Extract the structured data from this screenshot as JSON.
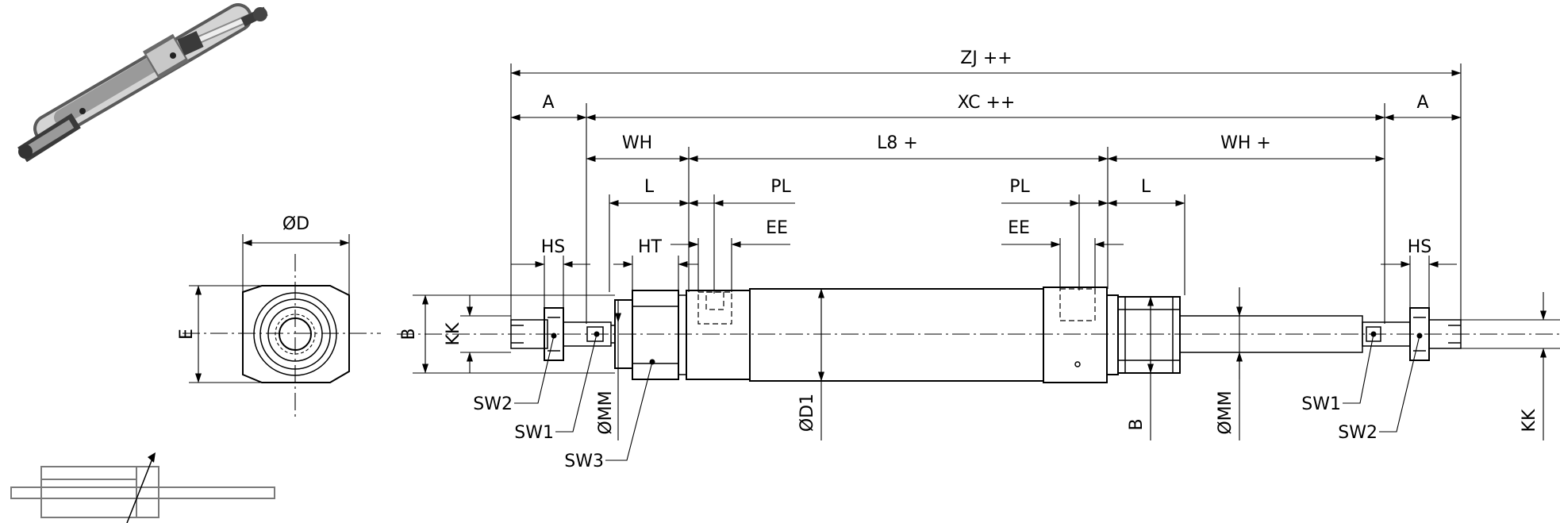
{
  "labels": {
    "zj": "ZJ ++",
    "a_left": "A",
    "xc": "XC ++",
    "a_right": "A",
    "wh_left": "WH",
    "l8": "L8 +",
    "wh_right": "WH +",
    "l_left": "L",
    "pl_left": "PL",
    "pl_right": "PL",
    "l_right": "L",
    "ee_left": "EE",
    "ee_right": "EE",
    "hs_left": "HS",
    "ht": "HT",
    "hs_right": "HS",
    "od": "ØD",
    "e": "E",
    "b_left": "B",
    "kk_left": "KK",
    "sw2_left": "SW2",
    "sw1_left": "SW1",
    "omm_left": "ØMM",
    "sw3": "SW3",
    "od1": "ØD1",
    "b_right": "B",
    "omm_right": "ØMM",
    "sw1_right": "SW1",
    "sw2_right": "SW2",
    "kk_right": "KK"
  },
  "icons": {
    "render": "cylinder-3d-render-icon",
    "symbol": "double-acting-cylinder-symbol-icon"
  }
}
